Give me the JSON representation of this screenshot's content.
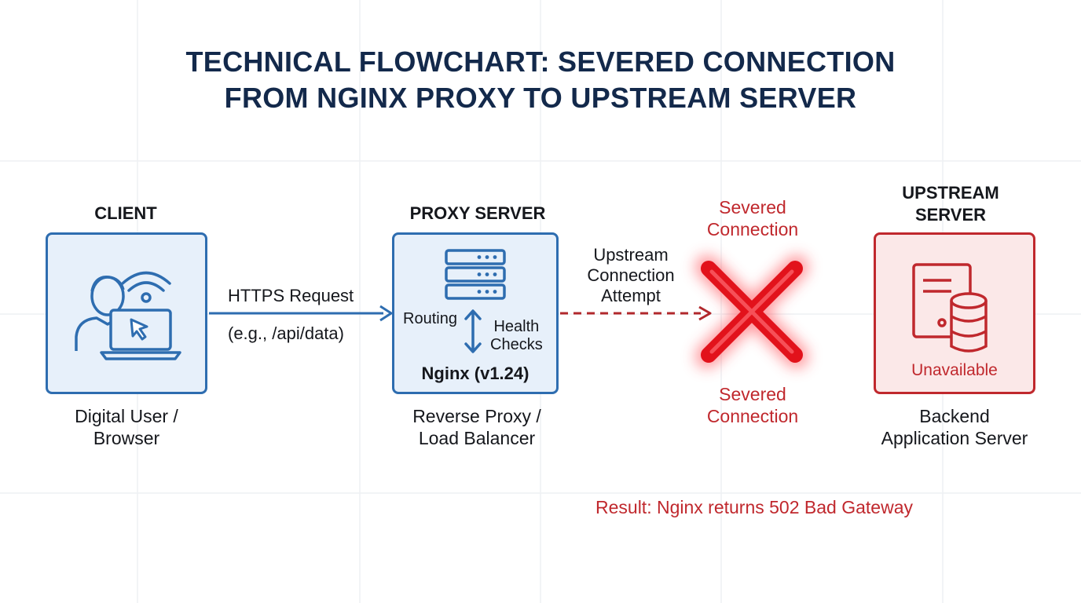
{
  "title": {
    "line1": "TECHNICAL FLOWCHART: SEVERED CONNECTION",
    "line2": "FROM NGINX PROXY TO UPSTREAM SERVER"
  },
  "client": {
    "heading": "CLIENT",
    "caption_line1": "Digital User /",
    "caption_line2": "Browser",
    "icons": [
      "user-icon",
      "wifi-icon",
      "laptop-icon",
      "cursor-icon"
    ]
  },
  "request": {
    "label": "HTTPS Request",
    "example": "(e.g., /api/data)"
  },
  "proxy": {
    "heading": "PROXY SERVER",
    "routing": "Routing",
    "health_line1": "Health",
    "health_line2": "Checks",
    "name": "Nginx (v1.24)",
    "caption_line1": "Reverse Proxy /",
    "caption_line2": "Load Balancer",
    "icons": [
      "server-rack-icon",
      "bidirectional-arrow-icon"
    ]
  },
  "attempt": {
    "line1": "Upstream",
    "line2": "Connection",
    "line3": "Attempt"
  },
  "severed": {
    "top_line1": "Severed",
    "top_line2": "Connection",
    "bottom_line1": "Severed",
    "bottom_line2": "Connection",
    "icons": [
      "red-x-icon"
    ]
  },
  "upstream": {
    "heading_line1": "UPSTREAM",
    "heading_line2": "SERVER",
    "status": "Unavailable",
    "caption_line1": "Backend",
    "caption_line2": "Application Server",
    "icons": [
      "server-icon",
      "database-icon"
    ]
  },
  "result": "Result: Nginx returns 502 Bad Gateway",
  "colors": {
    "title": "#13294b",
    "blue": "#2e6db0",
    "blue_fill": "#e7f0fa",
    "red": "#c0282d",
    "red_fill": "#fbe8e8",
    "x_red": "#e2121b"
  }
}
